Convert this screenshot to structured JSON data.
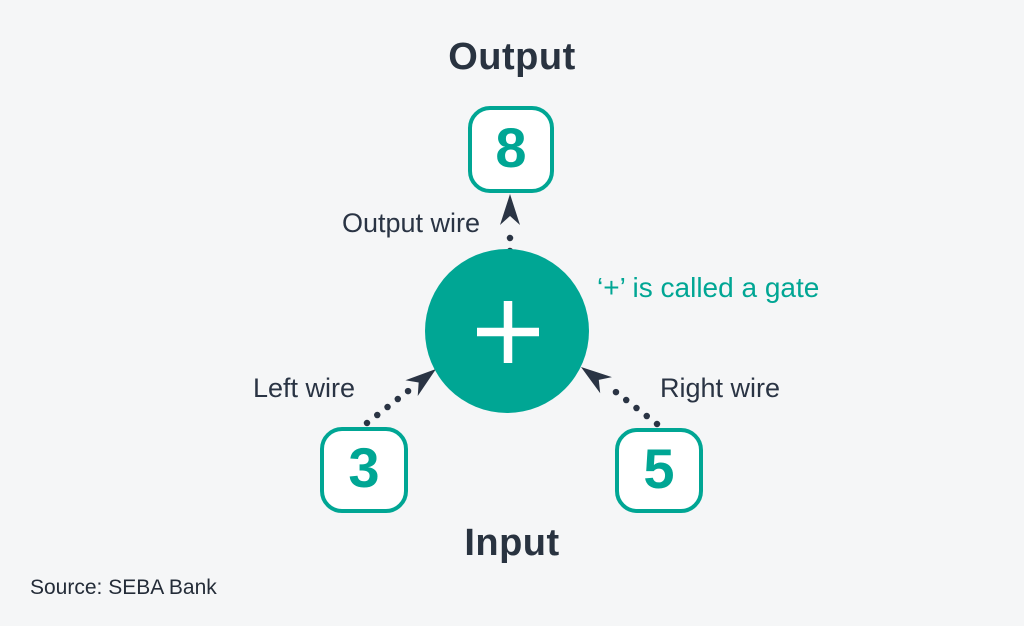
{
  "diagram": {
    "output_label": "Output",
    "input_label": "Input",
    "output_value": "8",
    "left_input_value": "3",
    "right_input_value": "5",
    "output_wire_label": "Output wire",
    "left_wire_label": "Left wire",
    "right_wire_label": "Right wire",
    "gate_caption": "‘+’ is called a gate",
    "gate_symbol": "+"
  },
  "footer": {
    "source": "Source: SEBA Bank"
  },
  "colors": {
    "teal_accent": "#00a694",
    "navy_text": "#2a3444",
    "background": "#f5f6f7",
    "box_background": "#ffffff"
  }
}
